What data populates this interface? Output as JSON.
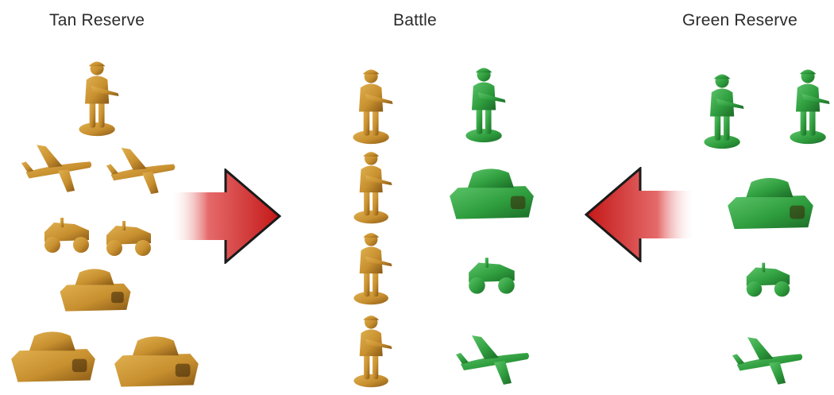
{
  "headings": {
    "tan_reserve": "Tan Reserve",
    "battle": "Battle",
    "green_reserve": "Green Reserve"
  },
  "colors": {
    "tan": "#c8902f",
    "tan_dark": "#8a5a16",
    "green": "#2f9e3e",
    "green_dark": "#1c6b27",
    "arrow_red": "#c81e1e"
  },
  "pieces": {
    "tan_reserve": [
      "soldier",
      "plane",
      "plane",
      "jeep",
      "jeep",
      "tank",
      "tank",
      "tank"
    ],
    "battle_tan": [
      "soldier",
      "soldier",
      "soldier",
      "soldier"
    ],
    "battle_green": [
      "soldier",
      "tank",
      "jeep",
      "plane"
    ],
    "green_reserve": [
      "soldier",
      "soldier",
      "tank",
      "jeep",
      "plane"
    ]
  },
  "icons": [
    "soldier-icon",
    "plane-icon",
    "jeep-icon",
    "tank-icon",
    "right-arrow-icon",
    "left-arrow-icon"
  ]
}
